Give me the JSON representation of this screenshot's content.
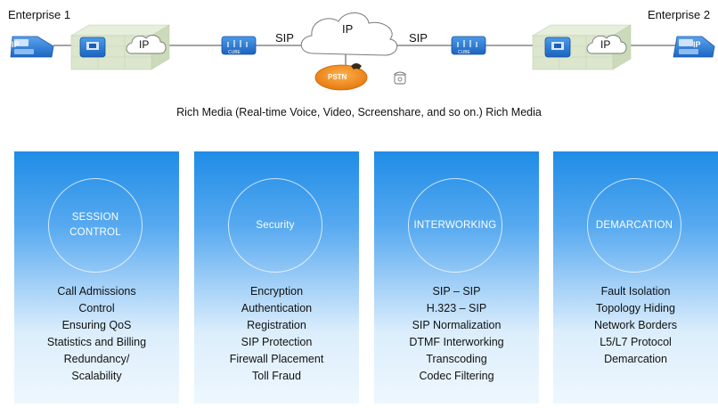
{
  "top": {
    "enterprise_left": "Enterprise 1",
    "enterprise_right": "Enterprise 2",
    "ip_cloud_left": "IP",
    "ip_cloud_center": "IP",
    "ip_cloud_right": "IP",
    "sip_left": "SIP",
    "sip_right": "SIP",
    "pstn": "PSTN",
    "phone_badge": "IP",
    "cube_label": "CUBE"
  },
  "banner": {
    "text": "Rich Media (Real-time Voice, Video, Screenshare, and so on.) Rich Media",
    "color": "#f28a1e"
  },
  "panels": [
    {
      "title": "SESSION CONTROL",
      "features": [
        "Call Admissions",
        "Control",
        "Ensuring QoS",
        "Statistics and Billing",
        "Redundancy/",
        "Scalability"
      ]
    },
    {
      "title": "Security",
      "features": [
        "Encryption",
        "Authentication",
        "Registration",
        "SIP Protection",
        "Firewall Placement",
        "Toll Fraud"
      ]
    },
    {
      "title": "INTERWORKING",
      "features": [
        "SIP – SIP",
        "H.323 – SIP",
        "SIP Normalization",
        "DTMF Interworking",
        "Transcoding",
        "Codec Filtering"
      ]
    },
    {
      "title": "DEMARCATION",
      "features": [
        "Fault Isolation",
        "Topology Hiding",
        "Network Borders",
        "L5/L7 Protocol",
        "Demarcation"
      ]
    }
  ],
  "colors": {
    "panel_top": "#1f8ce6",
    "icon_blue": "#2f7fd6",
    "building": "#d8e5c8"
  }
}
